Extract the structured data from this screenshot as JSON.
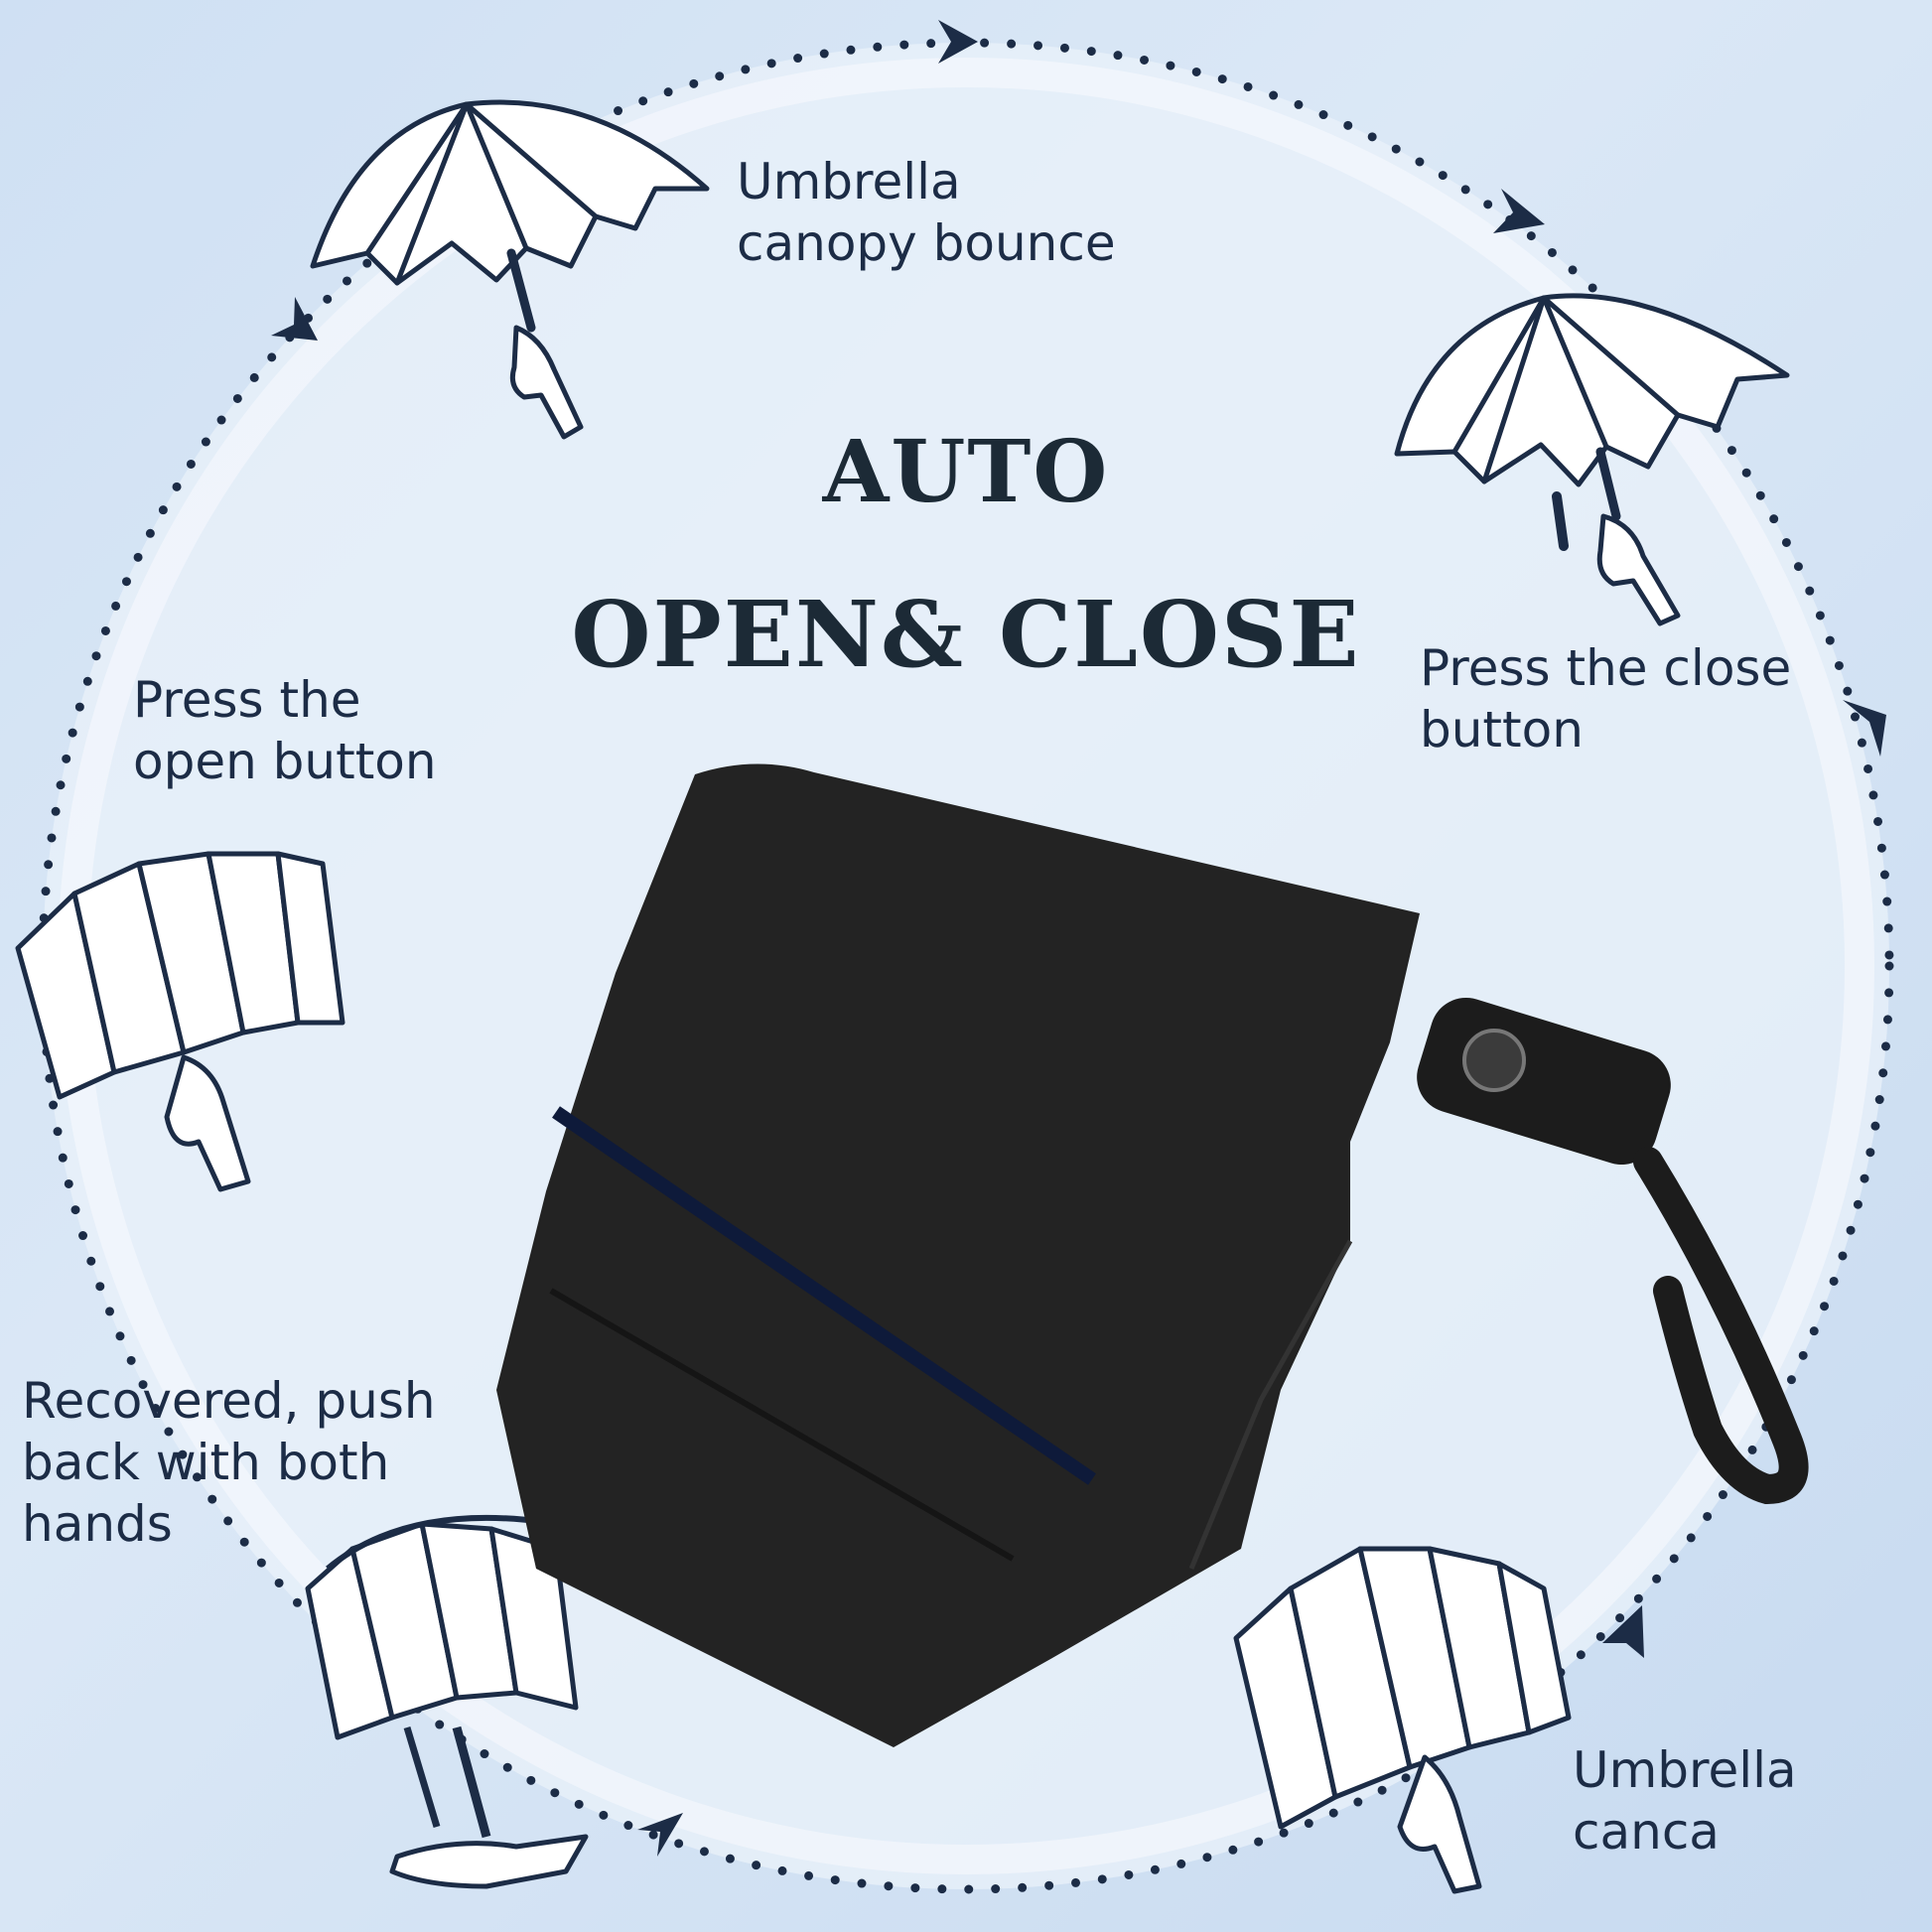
{
  "headline": {
    "line1": "AUTO",
    "line2": "OPEN& CLOSE"
  },
  "steps": [
    {
      "id": "canopy-bounce",
      "label": "Umbrella\ncanopy bounce"
    },
    {
      "id": "press-close",
      "label": "Press the close\nbutton"
    },
    {
      "id": "canopy-closed",
      "label": "Umbrella\ncanca"
    },
    {
      "id": "push-back",
      "label": "Recovered, push\nback with both\nhands"
    },
    {
      "id": "press-open",
      "label": "Press the\nopen button"
    }
  ],
  "colors": {
    "background": "#d3e3f4",
    "circle": "#e8f0fa",
    "ink": "#1c2c46",
    "umbrella": "#2a2a2a"
  }
}
